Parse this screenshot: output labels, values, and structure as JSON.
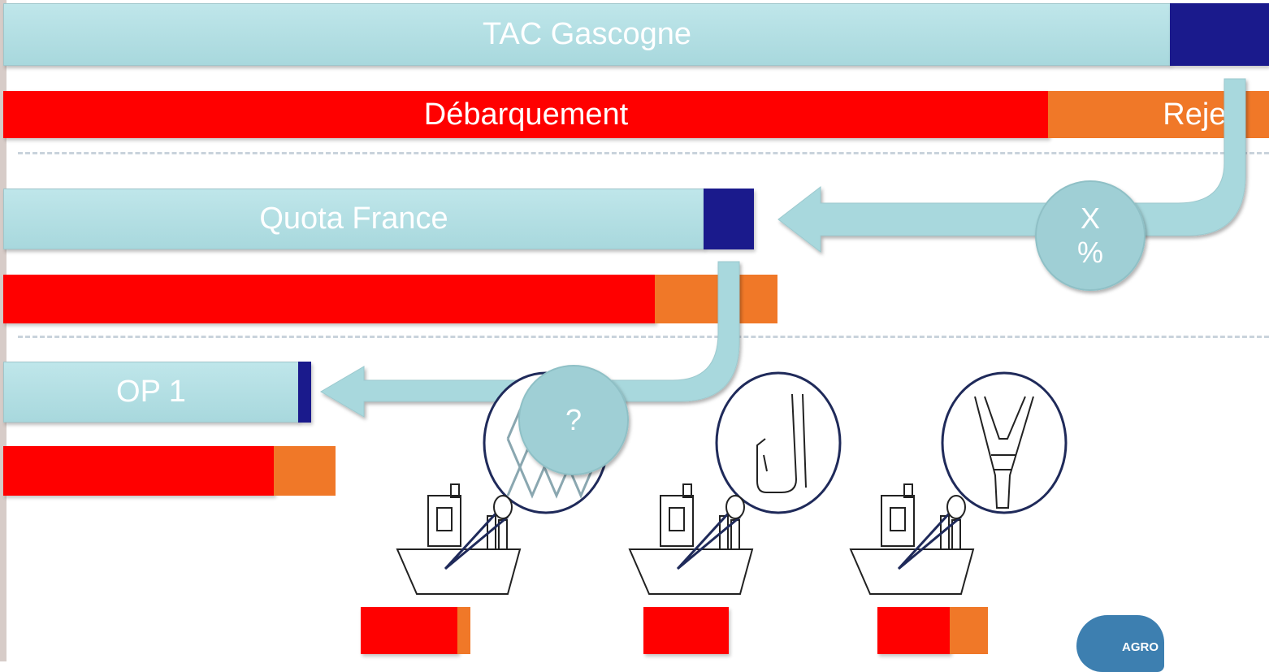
{
  "diagram": {
    "tac": {
      "label": "TAC Gascogne"
    },
    "tac_catch": {
      "landing_label": "Débarquement",
      "discard_label": "Rejet"
    },
    "quota": {
      "label": "Quota France"
    },
    "op": {
      "label": "OP 1"
    },
    "share_nodes": {
      "tac_to_quota": "X\n%",
      "quota_to_op": "?"
    },
    "logo": {
      "text": "AGRO"
    },
    "colors": {
      "teal_bar": "#a8d8dd",
      "reserve": "#1a1a8c",
      "landing": "#ff0000",
      "discard": "#f07828"
    },
    "vessels": [
      {
        "gear": "net-icon"
      },
      {
        "gear": "hook-icon"
      },
      {
        "gear": "trawl-icon"
      }
    ]
  }
}
